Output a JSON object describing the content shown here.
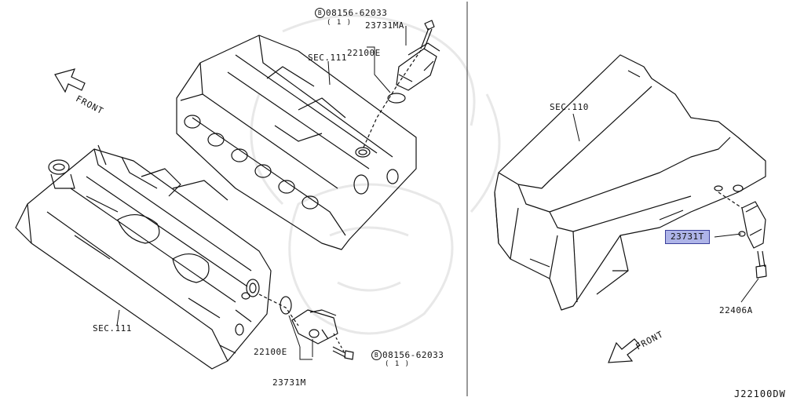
{
  "labels": {
    "bolt_top": "08156-62033",
    "bolt_top_qty": "( 1 )",
    "bolt_bottom": "08156-62033",
    "bolt_bottom_qty": "( 1 )",
    "bolt_symbol": "B",
    "sensor_top": "23731MA",
    "oring_top": "22100E",
    "sec_top": "SEC.111",
    "sec_left": "SEC.111",
    "oring_bottom": "22100E",
    "sensor_bottom": "23731M",
    "sec_right": "SEC.110",
    "crank_sensor": "23731T",
    "crank_bolt": "22406A",
    "front_left": "FRONT",
    "front_right": "FRONT",
    "diagram_code": "J22100DW"
  },
  "colors": {
    "line": "#111111",
    "highlight": "#aeb4e8",
    "highlight_border": "#3a3f9a",
    "watermark": "#e6e6e6"
  }
}
